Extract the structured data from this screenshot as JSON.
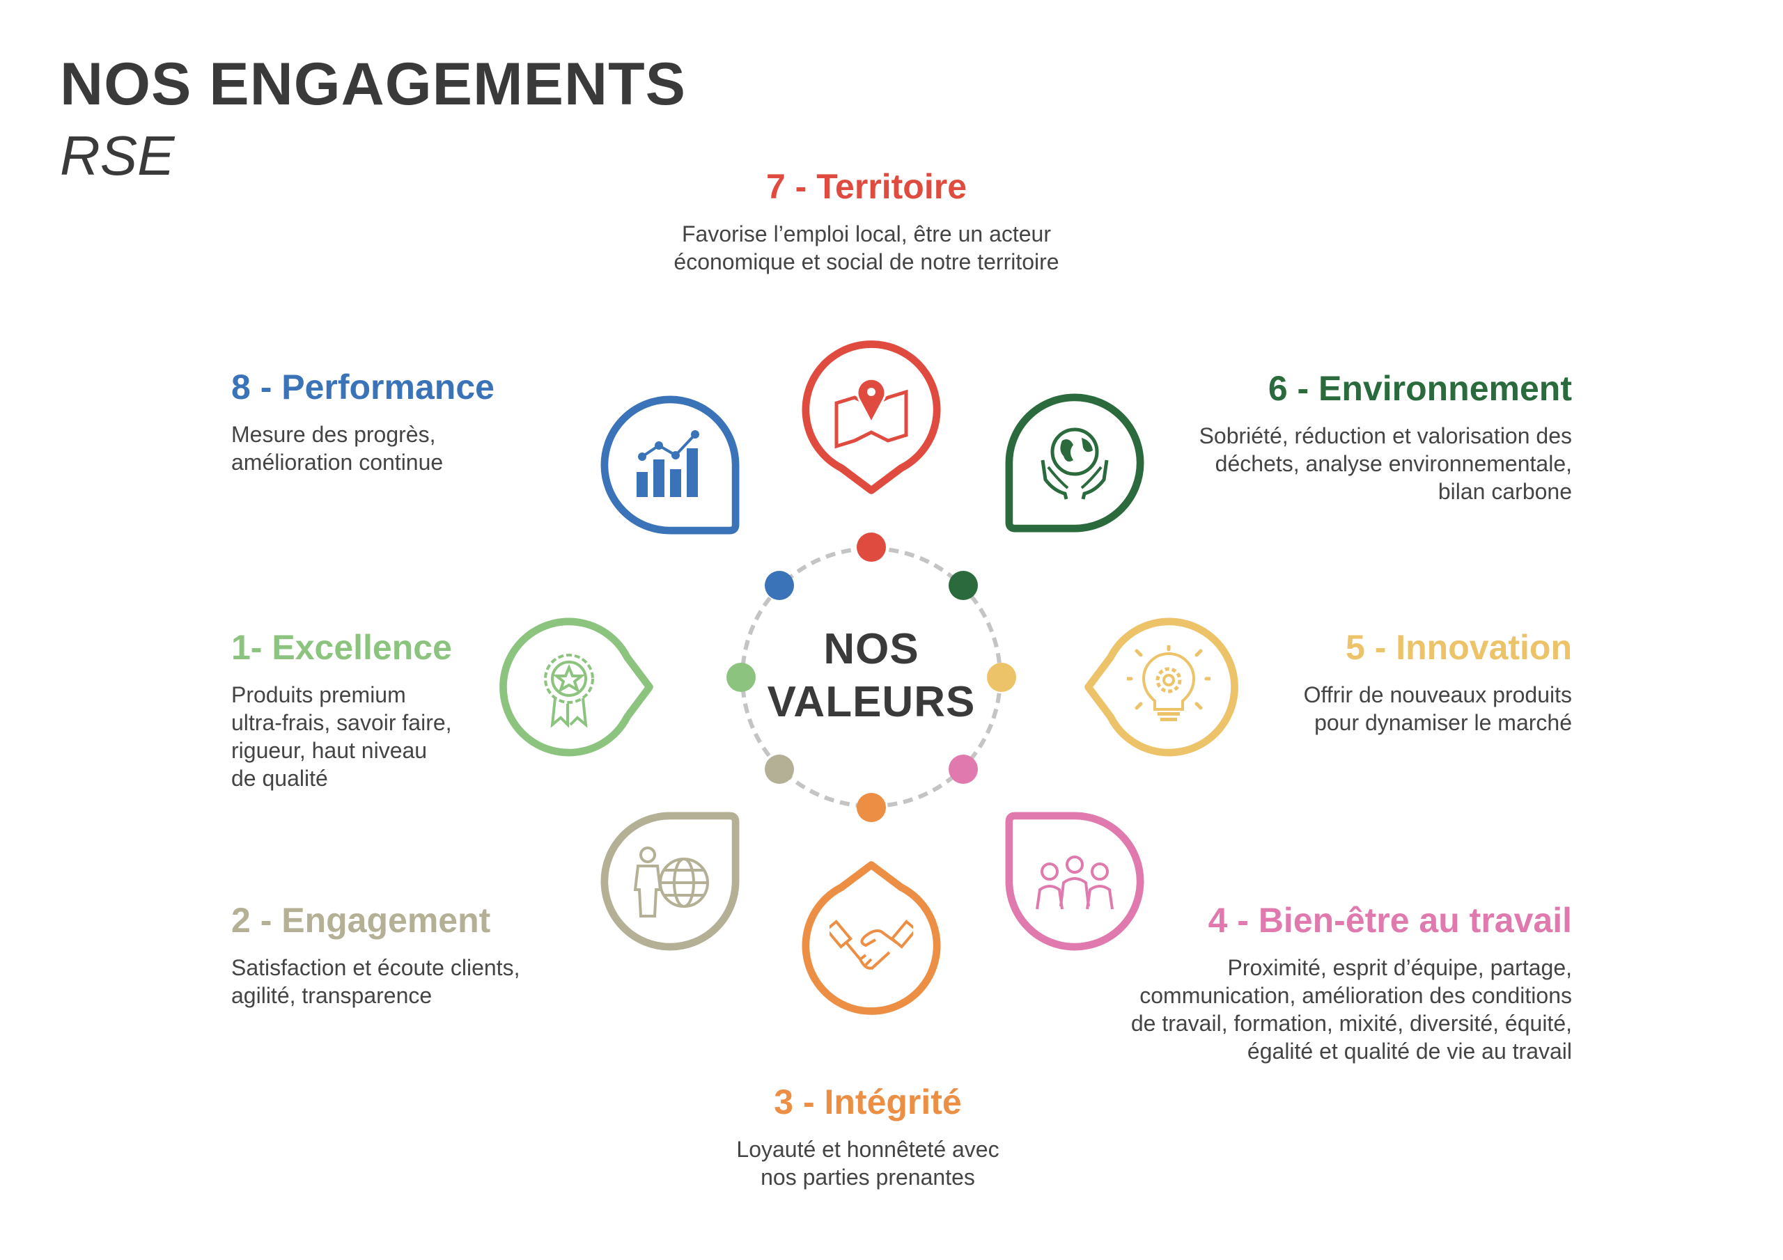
{
  "header": {
    "title": "NOS ENGAGEMENTS",
    "subtitle": "RSE"
  },
  "center": {
    "line1": "NOS",
    "line2": "VALEURS"
  },
  "colors": {
    "excellence": "#8cc47f",
    "engagement": "#b3b095",
    "integrite": "#ec8f44",
    "bienetre": "#e07aae",
    "innovation": "#edc36a",
    "environnement": "#2a6a3d",
    "territoire": "#e04b3f",
    "performance": "#3a73b8"
  },
  "values": {
    "territoire": {
      "title": "7 - Territoire",
      "desc": [
        "Favorise l’emploi local, être un acteur",
        "économique et social de notre territoire"
      ],
      "icon": "map-pin-icon"
    },
    "performance": {
      "title": "8 - Performance",
      "desc": [
        "Mesure des progrès,",
        "amélioration continue"
      ],
      "icon": "bar-chart-icon"
    },
    "environnement": {
      "title": "6 - Environnement",
      "desc": [
        "Sobriété, réduction et valorisation des",
        "déchets, analyse environnementale,",
        "bilan carbone"
      ],
      "icon": "globe-hands-icon"
    },
    "excellence": {
      "title": "1- Excellence",
      "desc": [
        "Produits premium",
        "ultra-frais, savoir faire,",
        "rigueur, haut niveau",
        "de qualité"
      ],
      "icon": "award-badge-icon"
    },
    "innovation": {
      "title": "5 - Innovation",
      "desc": [
        "Offrir de nouveaux produits",
        "pour dynamiser le marché"
      ],
      "icon": "lightbulb-gear-icon"
    },
    "engagement": {
      "title": "2 - Engagement",
      "desc": [
        "Satisfaction et écoute clients,",
        "agilité, transparence"
      ],
      "icon": "person-globe-icon"
    },
    "bienetre": {
      "title": "4 - Bien-être au travail",
      "desc": [
        "Proximité, esprit d’équipe, partage,",
        "communication, amélioration des conditions",
        "de travail, formation, mixité, diversité, équité,",
        "égalité et qualité de vie au travail"
      ],
      "icon": "team-icon"
    },
    "integrite": {
      "title": "3 - Intégrité",
      "desc": [
        "Loyauté et honnêteté avec",
        "nos parties prenantes"
      ],
      "icon": "handshake-icon"
    }
  }
}
